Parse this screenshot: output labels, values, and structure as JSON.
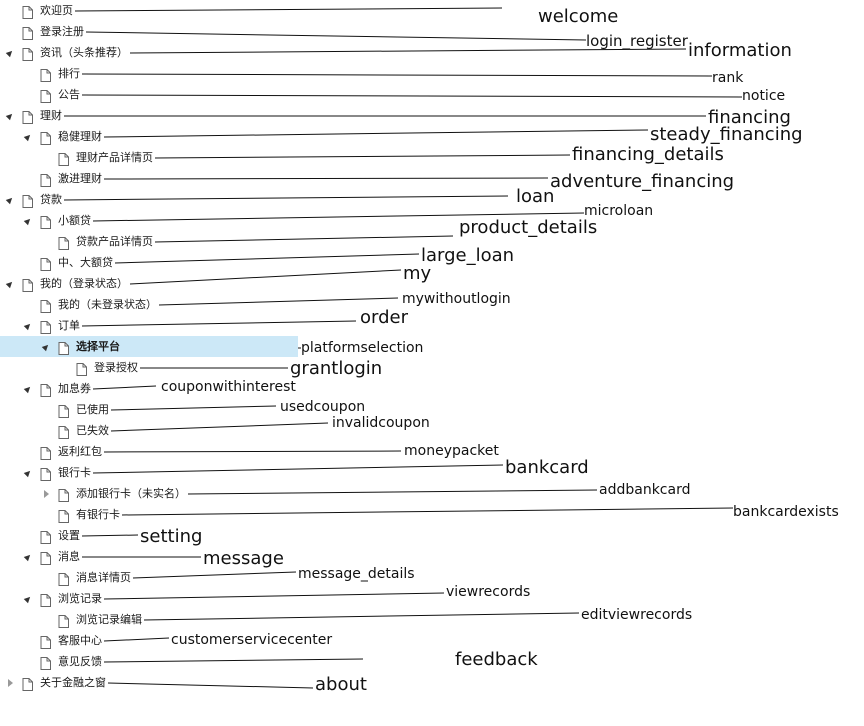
{
  "tree": [
    {
      "label": "欢迎页",
      "depth": 0,
      "state": "none",
      "selected": false,
      "note": "welcome"
    },
    {
      "label": "登录注册",
      "depth": 0,
      "state": "none",
      "selected": false,
      "note": "login_register"
    },
    {
      "label": "资讯（头条推荐）",
      "depth": 0,
      "state": "expanded",
      "selected": false,
      "note": "information"
    },
    {
      "label": "排行",
      "depth": 1,
      "state": "none",
      "selected": false,
      "note": "rank"
    },
    {
      "label": "公告",
      "depth": 1,
      "state": "none",
      "selected": false,
      "note": "notice"
    },
    {
      "label": "理财",
      "depth": 0,
      "state": "expanded",
      "selected": false,
      "note": "financing"
    },
    {
      "label": "稳健理财",
      "depth": 1,
      "state": "expanded",
      "selected": false,
      "note": "steady_financing"
    },
    {
      "label": "理财产品详情页",
      "depth": 2,
      "state": "none",
      "selected": false,
      "note": "financing_details"
    },
    {
      "label": "激进理财",
      "depth": 1,
      "state": "none",
      "selected": false,
      "note": "adventure_financing"
    },
    {
      "label": "贷款",
      "depth": 0,
      "state": "expanded",
      "selected": false,
      "note": "loan"
    },
    {
      "label": "小额贷",
      "depth": 1,
      "state": "expanded",
      "selected": false,
      "note": "microloan"
    },
    {
      "label": "贷款产品详情页",
      "depth": 2,
      "state": "none",
      "selected": false,
      "note": "product_details"
    },
    {
      "label": "中、大额贷",
      "depth": 1,
      "state": "none",
      "selected": false,
      "note": "large_loan"
    },
    {
      "label": "我的（登录状态）",
      "depth": 0,
      "state": "expanded",
      "selected": false,
      "note": "my"
    },
    {
      "label": "我的（未登录状态）",
      "depth": 1,
      "state": "none",
      "selected": false,
      "note": "mywithoutlogin"
    },
    {
      "label": "订单",
      "depth": 1,
      "state": "expanded",
      "selected": false,
      "note": "order"
    },
    {
      "label": "选择平台",
      "depth": 2,
      "state": "expanded",
      "selected": true,
      "note": "platformselection"
    },
    {
      "label": "登录授权",
      "depth": 3,
      "state": "none",
      "selected": false,
      "note": "grantlogin"
    },
    {
      "label": "加息券",
      "depth": 1,
      "state": "expanded",
      "selected": false,
      "note": "couponwithinterest"
    },
    {
      "label": "已使用",
      "depth": 2,
      "state": "none",
      "selected": false,
      "note": "usedcoupon"
    },
    {
      "label": "已失效",
      "depth": 2,
      "state": "none",
      "selected": false,
      "note": "invalidcoupon"
    },
    {
      "label": "返利红包",
      "depth": 1,
      "state": "none",
      "selected": false,
      "note": "moneypacket"
    },
    {
      "label": "银行卡",
      "depth": 1,
      "state": "expanded",
      "selected": false,
      "note": "bankcard"
    },
    {
      "label": "添加银行卡（未实名）",
      "depth": 2,
      "state": "collapsed",
      "selected": false,
      "note": "addbankcard"
    },
    {
      "label": "有银行卡",
      "depth": 2,
      "state": "none",
      "selected": false,
      "note": "bankcardexists"
    },
    {
      "label": "设置",
      "depth": 1,
      "state": "none",
      "selected": false,
      "note": "setting"
    },
    {
      "label": "消息",
      "depth": 1,
      "state": "expanded",
      "selected": false,
      "note": "message"
    },
    {
      "label": "消息详情页",
      "depth": 2,
      "state": "none",
      "selected": false,
      "note": "message_details"
    },
    {
      "label": "浏览记录",
      "depth": 1,
      "state": "expanded",
      "selected": false,
      "note": "viewrecords"
    },
    {
      "label": "浏览记录编辑",
      "depth": 2,
      "state": "none",
      "selected": false,
      "note": "editviewrecords"
    },
    {
      "label": "客服中心",
      "depth": 1,
      "state": "none",
      "selected": false,
      "note": "customerservicecenter"
    },
    {
      "label": "意见反馈",
      "depth": 1,
      "state": "none",
      "selected": false,
      "note": "feedback"
    },
    {
      "label": "关于金融之窗",
      "depth": 0,
      "state": "collapsed",
      "selected": false,
      "note": "about"
    }
  ],
  "colors": {
    "selection": "#cce8f7",
    "text": "#1a1a1a",
    "icon": "#666666"
  },
  "icons": {
    "page": "document-icon",
    "expanded": "expand-arrow-icon",
    "collapsed": "collapse-arrow-icon"
  }
}
